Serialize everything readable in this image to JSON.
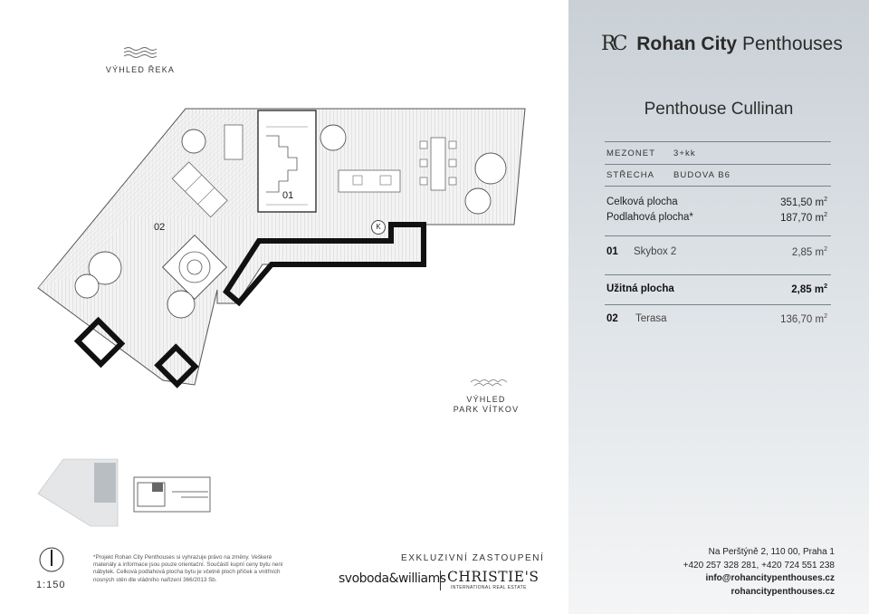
{
  "view_river": "VÝHLED ŘEKA",
  "view_park_1": "VÝHLED",
  "view_park_2": "PARK VÍTKOV",
  "room_01": "01",
  "room_02": "02",
  "marker_k": "K",
  "scale": "1:150",
  "footnote": "*Projekt Rohan City Penthouses si vyhrazuje právo na změny. Veškeré materiály a informace jsou pouze orientační. Součástí kupní ceny bytu není nábytek. Celková podlahová plocha bytu je včetně ploch příček a vnitřních nosných stěn dle vládního nařízení 366/2013 Sb.",
  "exclusive": "EXKLUZIVNÍ ZASTOUPENÍ",
  "partner1": "svoboda&williams",
  "partner2": "CHRISTIE'S",
  "partner2_sub": "INTERNATIONAL REAL ESTATE",
  "brand": {
    "mark": "RC",
    "bold": "Rohan City",
    "rest": "Penthouses"
  },
  "apartment_title": "Penthouse Cullinan",
  "specs": [
    {
      "key": "MEZONET",
      "value": "3+kk"
    },
    {
      "key": "STŘECHA",
      "value": "BUDOVA B6"
    }
  ],
  "totals": [
    {
      "label": "Celková plocha",
      "value": "351,50 m",
      "unit_sup": "2"
    },
    {
      "label": "Podlahová plocha*",
      "value": "187,70 m",
      "unit_sup": "2"
    }
  ],
  "rooms": [
    {
      "no": "01",
      "name": "Skybox 2",
      "value": "2,85 m",
      "unit_sup": "2"
    }
  ],
  "usable": {
    "label": "Užitná plocha",
    "value": "2,85 m",
    "unit_sup": "2"
  },
  "terrace": {
    "no": "02",
    "name": "Terasa",
    "value": "136,70 m",
    "unit_sup": "2"
  },
  "contact": {
    "address": "Na Perštýně 2, 110 00, Praha 1",
    "phones": "+420 257 328 281, +420 724 551 238",
    "email": "info@rohancitypenthouses.cz",
    "web": "rohancitypenthouses.cz"
  }
}
